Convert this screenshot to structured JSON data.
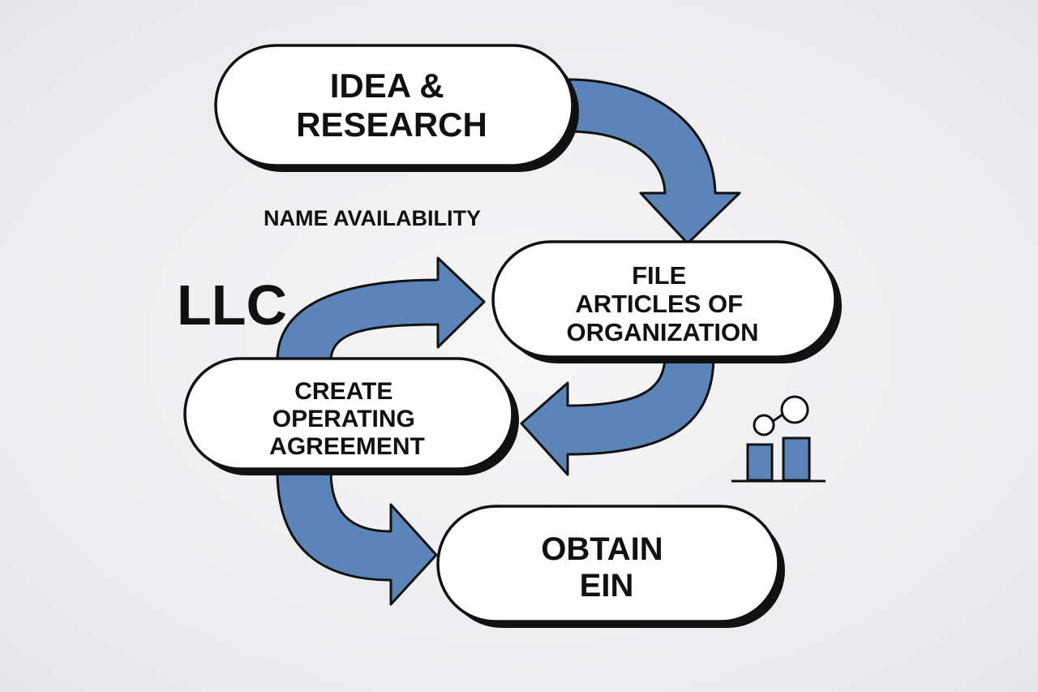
{
  "title": "LLC",
  "subtitle": "NAME AVAILABILITY",
  "colors": {
    "arrow_fill": "#5b84b8",
    "stroke": "#111111",
    "box_fill": "#ffffff",
    "background": "#ececee"
  },
  "steps": [
    {
      "id": "idea",
      "lines": [
        "IDEA &",
        "RESEARCH"
      ]
    },
    {
      "id": "file",
      "lines": [
        "FILE",
        "ARTICLES OF",
        "ORGANIZATION"
      ]
    },
    {
      "id": "create",
      "lines": [
        "CREATE",
        "OPERATING",
        "AGREEMENT"
      ]
    },
    {
      "id": "obtain",
      "lines": [
        "OBTAIN",
        "EIN"
      ]
    }
  ],
  "icons": {
    "chart": "bar-chart-network-icon"
  }
}
